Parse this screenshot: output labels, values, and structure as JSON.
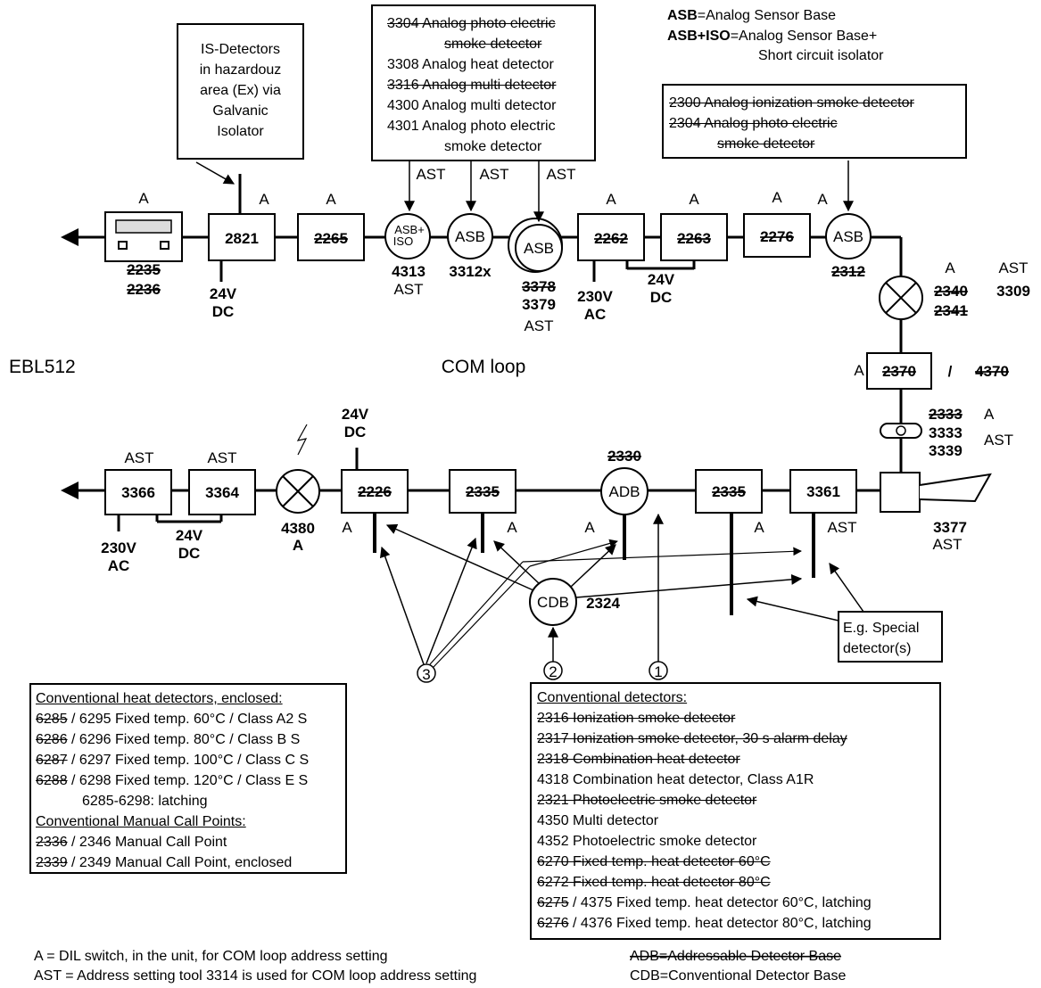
{
  "legend": {
    "asb_abbr": "ASB",
    "asb_text": "=Analog Sensor Base",
    "asbiso_abbr": "ASB+ISO",
    "asbiso_text1": "=Analog Sensor Base+",
    "asbiso_text2": "Short circuit isolator"
  },
  "is_box": [
    "IS-Detectors",
    "in hazardouz",
    "area (Ex) via",
    "Galvanic",
    "Isolator"
  ],
  "analog_box": [
    {
      "text": "3304 Analog photo electric",
      "strike": true
    },
    {
      "text": "smoke detector",
      "strike": true
    },
    {
      "text": "3308 Analog heat detector",
      "strike": false
    },
    {
      "text": "3316 Analog multi detector",
      "strike": true
    },
    {
      "text": "4300 Analog multi detector",
      "strike": false
    },
    {
      "text": "4301 Analog photo electric",
      "strike": false
    },
    {
      "text": "smoke detector",
      "strike": false
    }
  ],
  "analog2_box": [
    {
      "text": "2300 Analog ionization smoke detector",
      "strike": true
    },
    {
      "text": "2304 Analog photo electric",
      "strike": true
    },
    {
      "text": "smoke detector",
      "strike": true
    }
  ],
  "top_units": {
    "u2821": "2821",
    "u2265": "2265",
    "u2262": "2262",
    "u2263": "2263",
    "u2276": "2276",
    "asbiso": "ASB+",
    "iso": "ISO",
    "asb": "ASB"
  },
  "top_labels": {
    "a": "A",
    "ast": "AST",
    "l2235": "2235",
    "l2236": "2236",
    "v24": "24V",
    "dc": "DC",
    "l4313": "4313",
    "l3312x": "3312x",
    "l3378": "3378",
    "l3379": "3379",
    "v230": "230V",
    "ac": "AC",
    "l2312": "2312",
    "l2340": "2340",
    "l2341": "2341",
    "l3309": "3309"
  },
  "mid": {
    "ebl": "EBL512",
    "comloop": "COM loop",
    "u2370": "2370",
    "slash": "/",
    "u4370": "4370",
    "l2333": "2333",
    "l3333": "3333",
    "l3339": "3339"
  },
  "bottom_units": {
    "u3366": "3366",
    "u3364": "3364",
    "u2226": "2226",
    "u2335a": "2335",
    "adb": "ADB",
    "u2335b": "2335",
    "u3361": "3361",
    "cdb": "CDB"
  },
  "bottom_labels": {
    "l4380": "4380",
    "l2330": "2330",
    "l3377": "3377",
    "l2324": "2324",
    "c1": "1",
    "c2": "2",
    "c3": "3"
  },
  "special_box": [
    "E.g. Special",
    "detector(s)"
  ],
  "conv_heat_box": [
    {
      "strike": "",
      "rest": "Conventional heat detectors, enclosed:",
      "underline": true
    },
    {
      "strike": "6285",
      "rest": " / 6295 Fixed temp. 60°C / Class A2 S"
    },
    {
      "strike": "6286",
      "rest": " / 6296 Fixed temp. 80°C / Class B S"
    },
    {
      "strike": "6287",
      "rest": " / 6297 Fixed temp. 100°C / Class C S"
    },
    {
      "strike": "6288",
      "rest": " / 6298 Fixed temp. 120°C / Class E S"
    },
    {
      "strike": "",
      "rest": "6285-6298: latching",
      "indent": true
    },
    {
      "strike": "",
      "rest": "Conventional  Manual Call Points:",
      "underline": true
    },
    {
      "strike": "2336",
      "rest": " / 2346 Manual Call Point"
    },
    {
      "strike": "2339",
      "rest": " / 2349 Manual Call Point, enclosed"
    }
  ],
  "conv_det_box": [
    {
      "strike": "",
      "rest": "Conventional detectors:",
      "underline": true
    },
    {
      "strike": "2316 Ionization smoke detector",
      "rest": ""
    },
    {
      "strike": "2317 Ionization smoke detector, 30 s alarm delay",
      "rest": ""
    },
    {
      "strike": "2318 Combination heat detector",
      "rest": ""
    },
    {
      "strike": "",
      "rest": "4318 Combination heat detector, Class A1R"
    },
    {
      "strike": "2321 Photoelectric smoke detector",
      "rest": ""
    },
    {
      "strike": "",
      "rest": "4350 Multi detector"
    },
    {
      "strike": "",
      "rest": "4352 Photoelectric smoke detector"
    },
    {
      "strike": "6270 Fixed temp. heat detector 60°C",
      "rest": ""
    },
    {
      "strike": "6272 Fixed temp. heat detector 80°C",
      "rest": ""
    },
    {
      "strike": "6275",
      "rest": " / 4375 Fixed temp. heat detector 60°C, latching"
    },
    {
      "strike": "6276",
      "rest": " / 4376 Fixed temp. heat detector 80°C, latching"
    }
  ],
  "footer": {
    "a_def": "A = DIL switch, in the unit, for COM loop address setting",
    "ast_def": "AST = Address setting tool 3314 is used for COM loop address setting",
    "adb_def": "ADB=Addressable Detector Base",
    "cdb_def": "CDB=Conventional Detector Base"
  }
}
